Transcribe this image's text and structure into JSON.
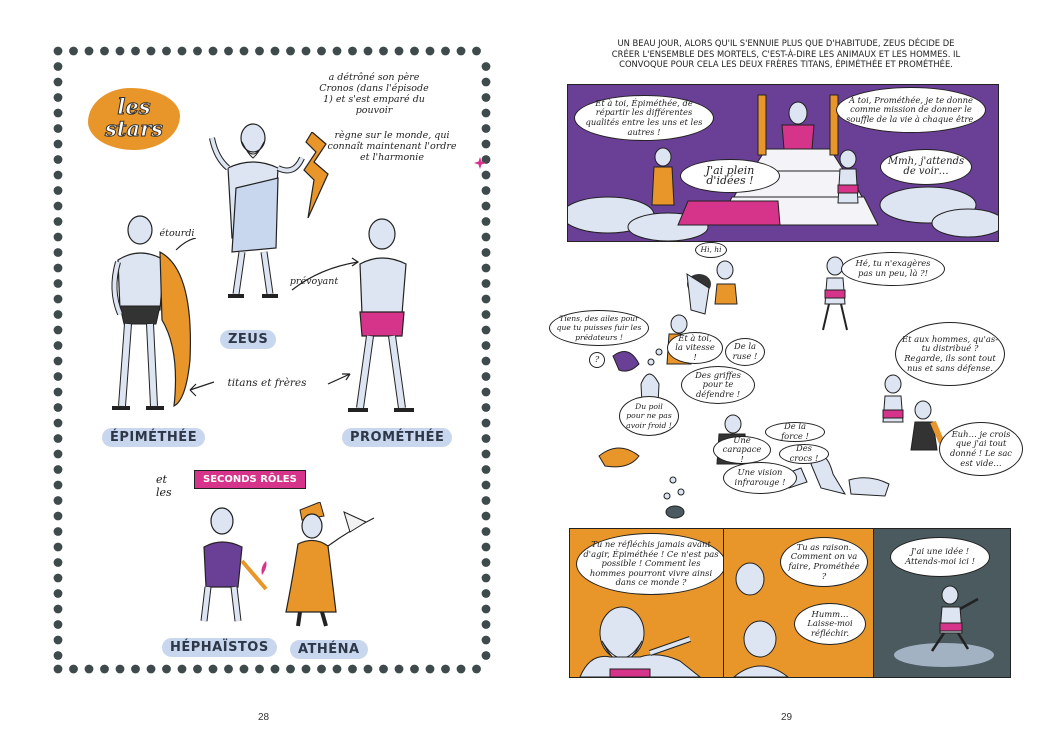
{
  "left_page": {
    "page_number": "28",
    "title": "les stars",
    "notes": {
      "zeus_detrone": "a détrôné son père Cronos (dans l'épisode 1) et s'est emparé du pouvoir",
      "zeus_regne": "règne sur le monde, qui connaît maintenant l'ordre et l'harmonie",
      "etourdi": "étourdi",
      "prevoyant": "prévoyant",
      "titans_freres": "titans et frères"
    },
    "names": {
      "zeus": "ZEUS",
      "epimethee": "ÉPIMÉTHÉE",
      "promethee": "PROMÉTHÉE",
      "hephaistos": "HÉPHAÏSTOS",
      "athena": "ATHÉNA"
    },
    "second_roles_prefix": "et les",
    "second_roles": "SECONDS RÔLES"
  },
  "right_page": {
    "page_number": "29",
    "caption": "Un beau jour, alors qu'il s'ennuie plus que d'habitude, Zeus décide de créer l'ensemble des mortels, c'est-à-dire les animaux et les hommes. Il convoque pour cela les deux frères Titans, Épiméthée et Prométhée.",
    "panel1": {
      "b1": "Et à toi, Épiméthée, de répartir les différentes qualités entre les uns et les autres !",
      "b2": "À toi, Prométhée, je te donne comme mission de donner le souffle de la vie à chaque être.",
      "b3": "J'ai plein d'idées !",
      "b4": "Mmh, j'attends de voir…"
    },
    "panel2": {
      "hihi": "Hi, hi",
      "exagere": "Hé, tu n'exagères pas un peu, là ?!",
      "ailes": "Tiens, des ailes pour que tu puisses fuir les prédateurs !",
      "vitesse": "Et à toi, la vitesse !",
      "ruse": "De la ruse !",
      "q": "?",
      "griffes": "Des griffes pour te défendre !",
      "hommes": "Et aux hommes, qu'as-tu distribué ? Regarde, ils sont tout nus et sans défense.",
      "poil": "Du poil pour ne pas avoir froid !",
      "force": "De la force !",
      "carapace": "Une carapace !",
      "crocs": "Des crocs !",
      "vision": "Une vision infrarouge !",
      "euh": "Euh… je crois que j'ai tout donné ! Le sac est vide…"
    },
    "panel3": {
      "text": "Tu ne réfléchis jamais avant d'agir, Épiméthée ! Ce n'est pas possible ! Comment les hommes pourront vivre ainsi dans ce monde ?"
    },
    "panel4": {
      "b1": "Tu as raison. Comment on va faire, Prométhée ?",
      "b2": "Humm… Laisse-moi réfléchir."
    },
    "panel5": {
      "b1": "J'ai une idée ! Attends-moi ici !"
    }
  },
  "colors": {
    "orange": "#e8962a",
    "purple": "#6a3f96",
    "slate": "#4a5a5e",
    "pink": "#d6338a",
    "skin": "#dde4f2",
    "label": "#c9d7ee"
  }
}
